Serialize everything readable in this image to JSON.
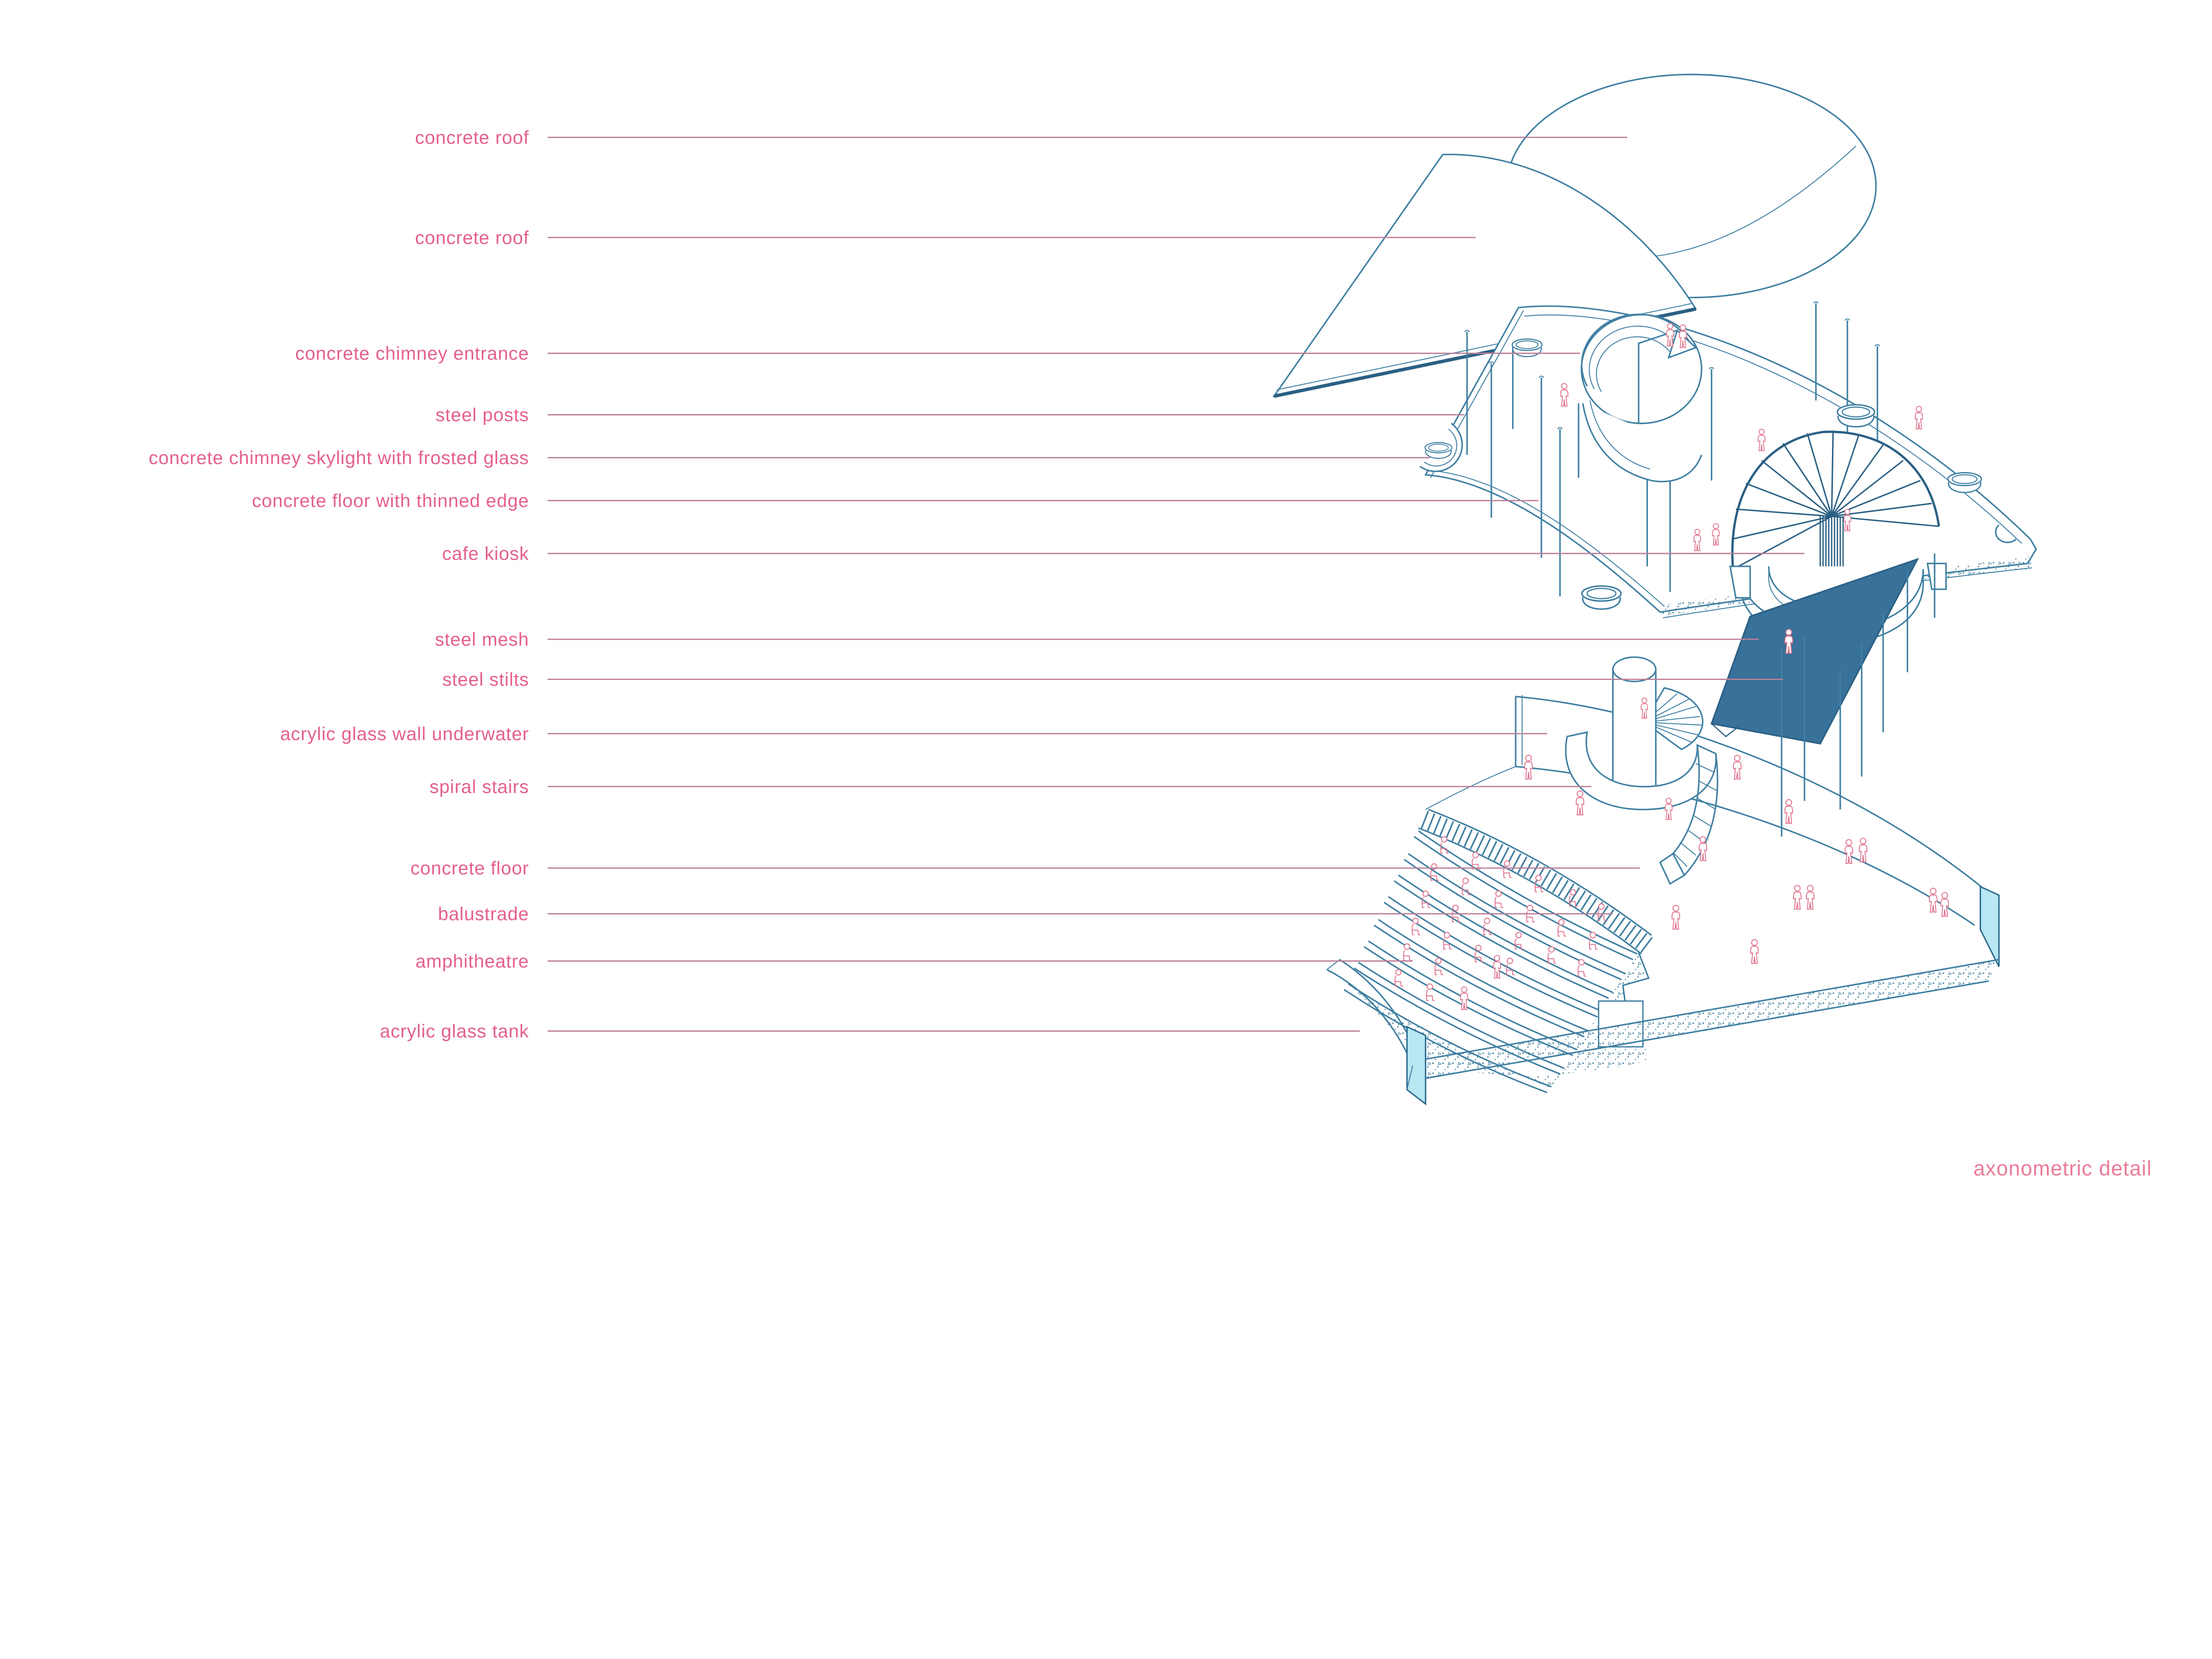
{
  "caption": {
    "text": "axonometric detail"
  },
  "labels": [
    {
      "id": "concrete-roof-top",
      "text": "concrete roof"
    },
    {
      "id": "concrete-roof-cone",
      "text": "concrete roof"
    },
    {
      "id": "concrete-chimney-entrance",
      "text": "concrete chimney entrance"
    },
    {
      "id": "steel-posts",
      "text": "steel posts"
    },
    {
      "id": "concrete-chimney-skylight",
      "text": "concrete chimney skylight with frosted glass"
    },
    {
      "id": "concrete-floor-thinned-edge",
      "text": "concrete floor with thinned edge"
    },
    {
      "id": "cafe-kiosk",
      "text": "cafe kiosk"
    },
    {
      "id": "steel-mesh",
      "text": "steel mesh"
    },
    {
      "id": "steel-stilts",
      "text": "steel stilts"
    },
    {
      "id": "acrylic-glass-wall-underwater",
      "text": "acrylic glass wall underwater"
    },
    {
      "id": "spiral-stairs",
      "text": "spiral stairs"
    },
    {
      "id": "concrete-floor",
      "text": "concrete floor"
    },
    {
      "id": "balustrade",
      "text": "balustrade"
    },
    {
      "id": "amphitheatre",
      "text": "amphitheatre"
    },
    {
      "id": "acrylic-glass-tank",
      "text": "acrylic glass tank"
    }
  ],
  "colors": {
    "label_text": "#e5608a",
    "leader_line": "#bd8099",
    "drawing_line": "#4080a2",
    "drawing_dark": "#2b6084",
    "steel_mesh_fill": "#38719a",
    "acrylic_glass_fill": "#b9e8f2",
    "figure_outline": "#e07890",
    "concrete_stipple": "#4a84a2",
    "background": "#ffffff"
  }
}
